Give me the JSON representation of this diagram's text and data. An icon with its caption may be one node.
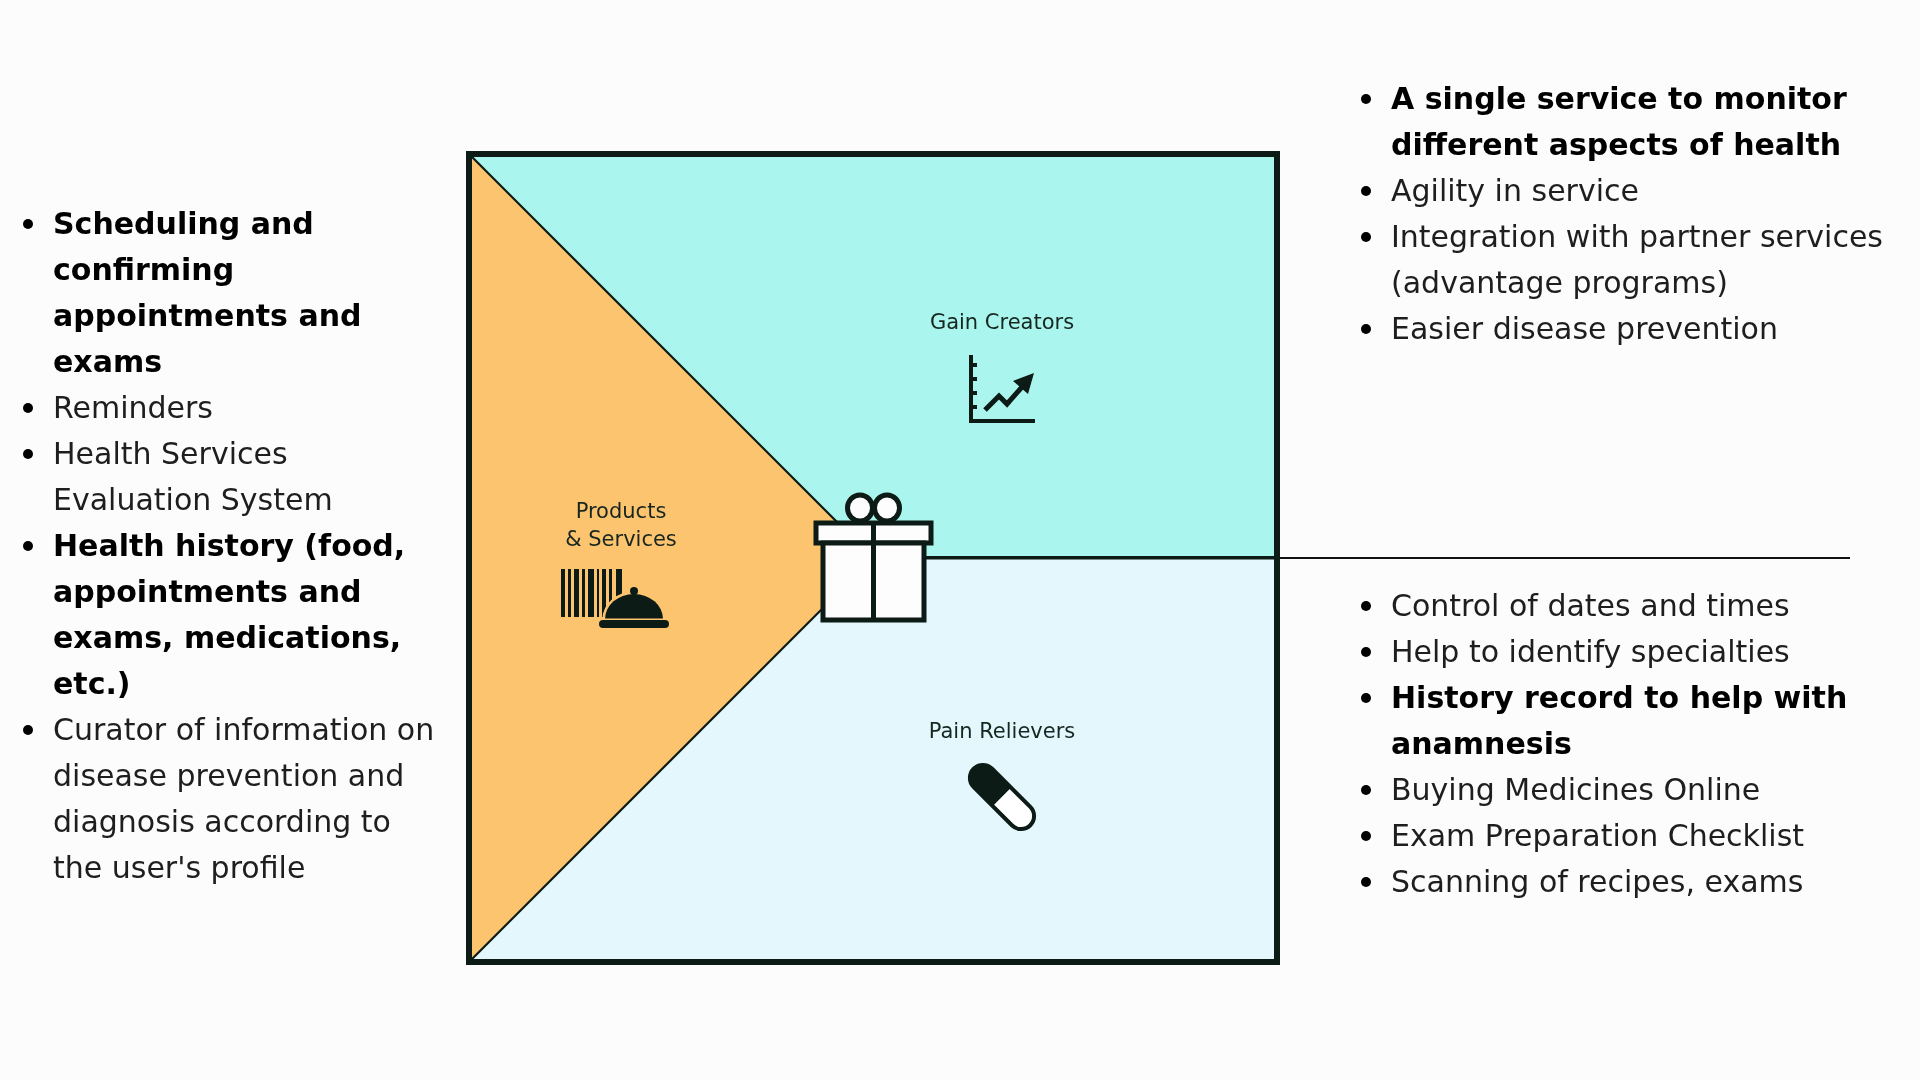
{
  "diagram": {
    "nodes": [
      {
        "text": [
          "Products & Services"
        ],
        "beside": [
          "Scheduling and confirming appointments and exams",
          "Reminders",
          "Health Services Evaluation System",
          "Health history (food, appointments and exams, medications, etc.)",
          "Curator of information on disease prevention and diagnosis according to the user's profile"
        ]
      },
      {
        "text": [
          "Gain Creators"
        ],
        "beside": [
          "A single service to monitor different aspects of health",
          "Agility in service",
          "Integration with partner services (advantage programs)",
          "Easier disease prevention"
        ]
      },
      {
        "text": [
          "Pain Relievers"
        ],
        "beside": [
          "Control of dates and times",
          "Help to identify specialties",
          "History record to help with anamnesis",
          "Buying Medicines Online",
          "Exam Preparation Checklist",
          "Scanning of recipes, exams"
        ]
      }
    ]
  }
}
